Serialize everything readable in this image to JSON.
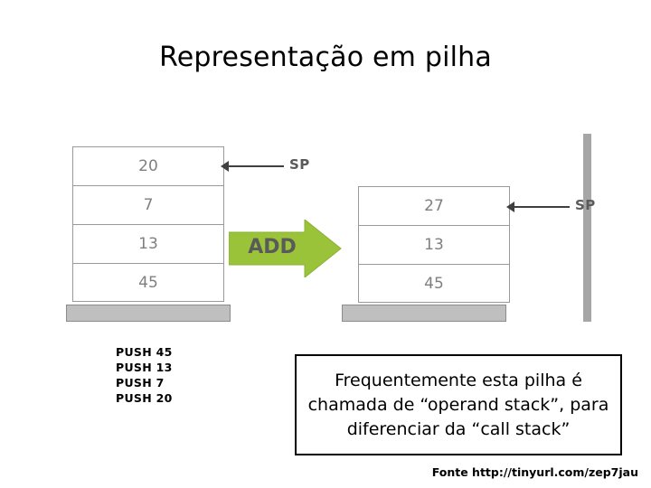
{
  "slide": {
    "title": "Representação em pilha",
    "background": "#ffffff"
  },
  "diagram": {
    "left_stack": {
      "label": "stack-before-add",
      "cells": [
        "20",
        "7",
        "13",
        "45"
      ],
      "sp_label": "SP",
      "sp_points_to_cell": "20"
    },
    "operation": {
      "label": "ADD",
      "arrow_color": "#9bc33a"
    },
    "right_stack": {
      "label": "stack-after-add",
      "cells": [
        "27",
        "13",
        "45"
      ],
      "sp_label": "SP",
      "sp_points_to_cell": "27"
    },
    "cell_text_color": "#7f7f7f",
    "cell_border_color": "#9a9a9a",
    "base_color": "#bfbfbf"
  },
  "push_sequence": {
    "lines": [
      "PUSH 45",
      "PUSH 13",
      "PUSH 7",
      "PUSH 20"
    ]
  },
  "callout": {
    "text": "Frequentemente esta pilha é chamada de “operand stack”, para diferenciar da “call stack”"
  },
  "footer": {
    "source": "Fonte http://tinyurl.com/zep7jau"
  }
}
